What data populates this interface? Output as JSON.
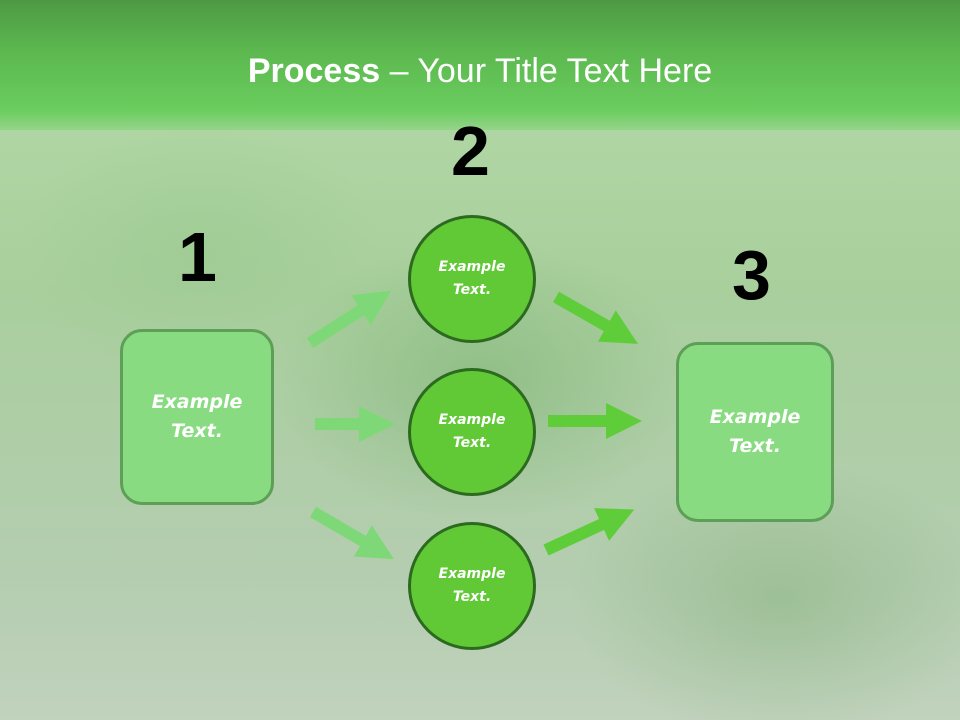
{
  "title": {
    "bold": "Process",
    "rest": " – Your Title Text Here"
  },
  "steps": {
    "one": "1",
    "two": "2",
    "three": "3"
  },
  "nodes": {
    "left_box": "Example Text.",
    "circle_top": "Example Text.",
    "circle_middle": "Example Text.",
    "circle_bottom": "Example Text.",
    "right_box": "Example Text."
  },
  "colors": {
    "header": "#5cb84f",
    "box": "#88db80",
    "circle": "#62c936",
    "arrow_in": "#7fd877",
    "arrow_out": "#5fcc3a"
  }
}
